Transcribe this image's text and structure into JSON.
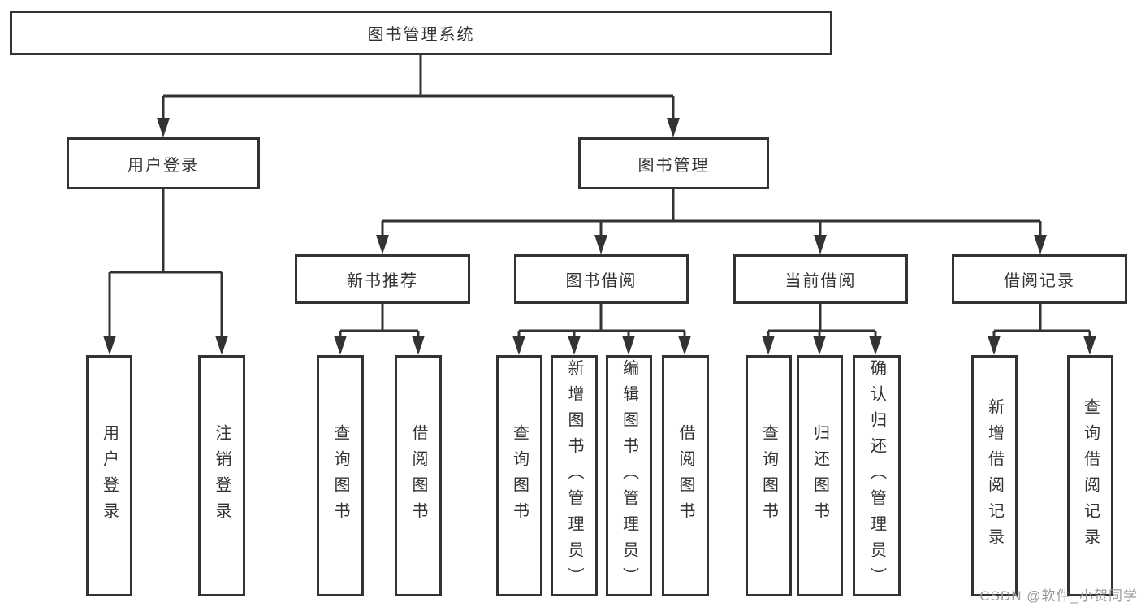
{
  "colors": {
    "line": "#333333",
    "box_border": "#333333",
    "text": "#333333",
    "background": "#ffffff",
    "watermark": "#9b9b9b"
  },
  "watermark": "CSDN @软件_小贺同学",
  "tree": {
    "root": {
      "label": "图书管理系统"
    },
    "children": [
      {
        "label": "用户登录",
        "children": [
          {
            "label": "用户登录"
          },
          {
            "label": "注销登录"
          }
        ]
      },
      {
        "label": "图书管理",
        "children": [
          {
            "label": "新书推荐",
            "children": [
              {
                "label": "查询图书"
              },
              {
                "label": "借阅图书"
              }
            ]
          },
          {
            "label": "图书借阅",
            "children": [
              {
                "label": "查询图书"
              },
              {
                "label": "新增图书（管理员）"
              },
              {
                "label": "编辑图书（管理员）"
              },
              {
                "label": "借阅图书"
              }
            ]
          },
          {
            "label": "当前借阅",
            "children": [
              {
                "label": "查询图书"
              },
              {
                "label": "归还图书"
              },
              {
                "label": "确认归还（管理员）"
              }
            ]
          },
          {
            "label": "借阅记录",
            "children": [
              {
                "label": "新增借阅记录"
              },
              {
                "label": "查询借阅记录"
              }
            ]
          }
        ]
      }
    ]
  }
}
